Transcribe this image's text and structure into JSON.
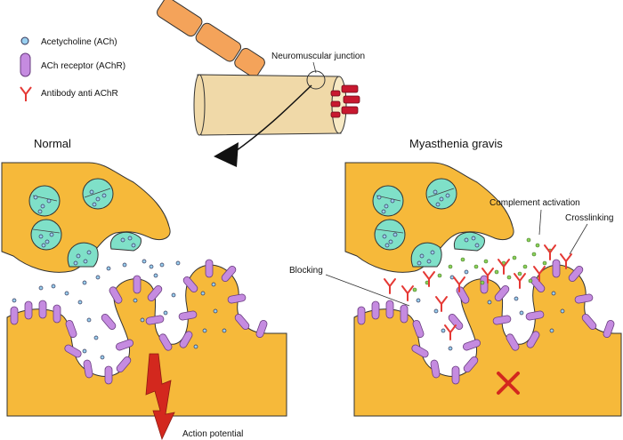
{
  "legend": {
    "ach": "Acetycholine (ACh)",
    "achr": "ACh receptor (AChR)",
    "antibody": "Antibody anti AChR"
  },
  "top": {
    "junction_label": "Neuromuscular junction"
  },
  "panels": {
    "normal": {
      "title": "Normal",
      "action_potential": "Action potential"
    },
    "mg": {
      "title": "Myasthenia gravis",
      "complement": "Complement activation",
      "crosslinking": "Crosslinking",
      "blocking": "Blocking"
    }
  },
  "colors": {
    "terminal": "#f6b93a",
    "muscle": "#f6b93a",
    "outline": "#333333",
    "vesicle": "#7fe0c8",
    "ach": "#9ad0f0",
    "receptor": "#c58be0",
    "antibody": "#e53935",
    "complement": "#8bd25a",
    "arrow_red": "#d3281e",
    "axon": "#f4a35a",
    "muscle_fiber": "#f0d9a8"
  },
  "icons": [
    "ach-dot-icon",
    "receptor-icon",
    "antibody-icon",
    "lightning-arrow-icon",
    "block-x-icon"
  ]
}
